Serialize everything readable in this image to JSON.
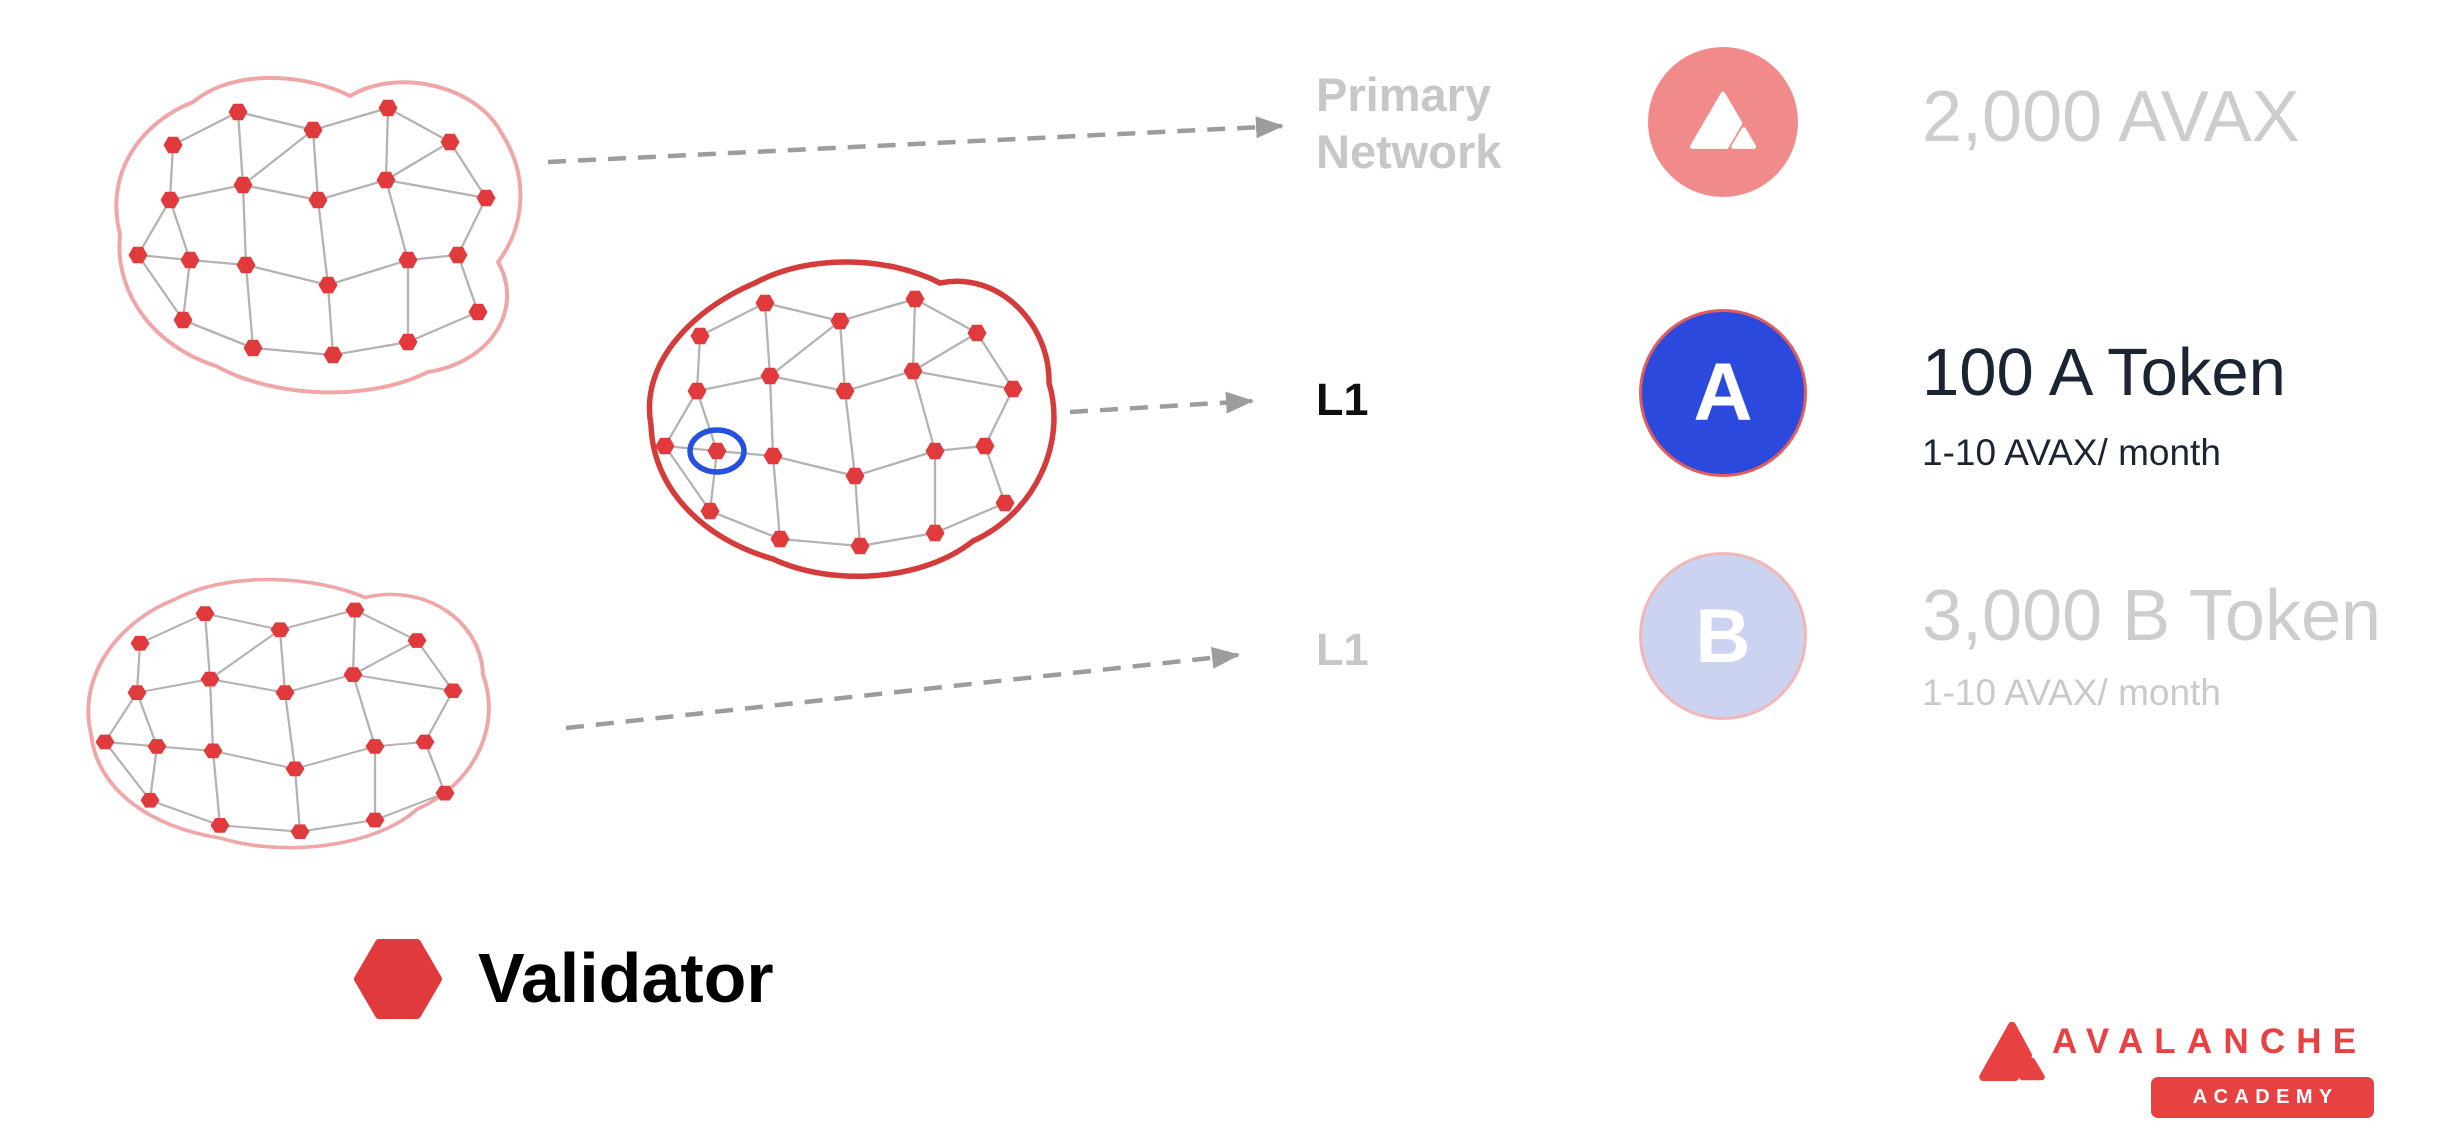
{
  "diagram": {
    "networks": [
      {
        "name": "primary-network",
        "label_line1": "Primary",
        "label_line2": "Network",
        "emphasis": "faded"
      },
      {
        "name": "l1-highlighted",
        "label": "L1",
        "emphasis": "active"
      },
      {
        "name": "l1-secondary",
        "label": "L1",
        "emphasis": "faded"
      }
    ],
    "legend": {
      "icon": "validator-hexagon-icon",
      "label": "Validator"
    }
  },
  "pricing": {
    "primary_network": {
      "icon": "avalanche-logo-icon",
      "amount": "2,000 AVAX"
    },
    "token_a": {
      "badge_letter": "A",
      "amount": "100 A Token",
      "rate": "1-10 AVAX/ month"
    },
    "token_b": {
      "badge_letter": "B",
      "amount": "3,000 B Token",
      "rate": "1-10 AVAX/ month"
    }
  },
  "branding": {
    "icon": "avalanche-academy-logo",
    "name": "AVALANCHE",
    "division": "ACADEMY"
  },
  "colors": {
    "avalanche_red": "#e84142",
    "salmon_circle": "#f18b8b",
    "validator_node": "#e03a3c",
    "blob_active": "#d43c3c",
    "blob_faded": "#f0a6a6",
    "token_a_blue": "#2b4add",
    "token_b_lavender": "#ccd3f1",
    "highlight_blue": "#2550e0",
    "faded_text": "#c9c9c9",
    "dark_text": "#1a2433",
    "arrow_gray": "#9c9c9c",
    "edge_gray": "#b5b2b2"
  }
}
